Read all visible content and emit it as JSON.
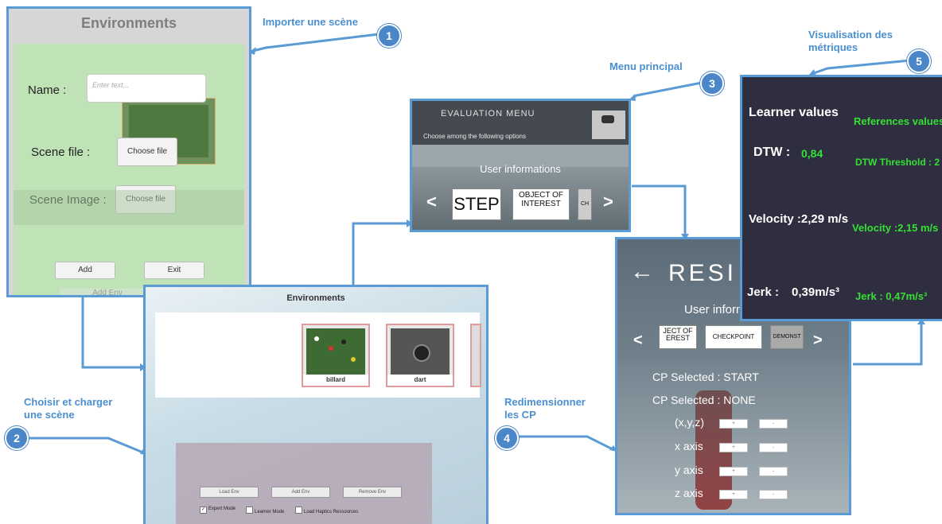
{
  "callouts": {
    "c1": {
      "label": "Importer une scène",
      "number": "1"
    },
    "c2": {
      "label_line1": "Choisir et charger",
      "label_line2": "une scène",
      "number": "2"
    },
    "c3": {
      "label": "Menu principal",
      "number": "3"
    },
    "c4": {
      "label_line1": "Redimensionner",
      "label_line2": "les CP",
      "number": "4"
    },
    "c5": {
      "label_line1": "Visualisation des",
      "label_line2": "métriques",
      "number": "5"
    }
  },
  "import_panel": {
    "title": "Environments",
    "name_label": "Name :",
    "name_placeholder": "Enter text...",
    "scene_file_label": "Scene file :",
    "scene_image_label": "Scene Image :",
    "choose_file_1": "Choose file",
    "choose_file_2": "Choose file",
    "add_button": "Add",
    "exit_button": "Exit",
    "add_env_button": "Add Env"
  },
  "load_panel": {
    "title": "Environments",
    "cards": [
      {
        "label": "billard"
      },
      {
        "label": "dart"
      }
    ],
    "buttons": {
      "load": "Load Env",
      "add": "Add Env",
      "remove": "Remove Env"
    },
    "checkboxes": [
      {
        "label": "Expert Mode",
        "checked": true
      },
      {
        "label": "Learner Mode",
        "checked": false
      },
      {
        "label": "Load Haptics Ressources",
        "checked": false
      }
    ]
  },
  "menu_panel": {
    "title": "EVALUATION MENU",
    "subtitle": "Choose among the following options",
    "section": "User informations",
    "tiles": [
      "STEP",
      "OBJECT OF INTEREST",
      "CH"
    ],
    "prev_arrow": "<",
    "next_arrow": ">"
  },
  "resize_panel": {
    "back_arrow": "←",
    "title": "RESI",
    "section": "User inform",
    "tiles": [
      "JECT OF EREST",
      "CHECKPOINT",
      "DEMONST"
    ],
    "prev_arrow": "<",
    "next_arrow": ">",
    "cp_selected_1": "CP Selected : START",
    "cp_selected_2": "CP Selected : NONE",
    "rows": [
      {
        "label": "(x,y,z)",
        "plus": "+",
        "minus": "-"
      },
      {
        "label": "x axis",
        "plus": "+",
        "minus": "-"
      },
      {
        "label": "y axis",
        "plus": "+",
        "minus": "-"
      },
      {
        "label": "z axis",
        "plus": "+",
        "minus": "-"
      }
    ]
  },
  "metrics_panel": {
    "learner_header": "Learner values",
    "reference_header": "References values",
    "dtw_label": "DTW :",
    "dtw_value": "0,84",
    "dtw_threshold": "DTW Threshold : 2",
    "velocity_learner": "Velocity :2,29 m/s",
    "velocity_reference": "Velocity :2,15 m/s",
    "jerk_learner_label": "Jerk :",
    "jerk_learner_value": "0,39m/s³",
    "jerk_reference": "Jerk : 0,47m/s³"
  },
  "colors": {
    "accent": "#5b9bd5",
    "badge": "#4a86c8",
    "metric_green": "#35e035"
  }
}
